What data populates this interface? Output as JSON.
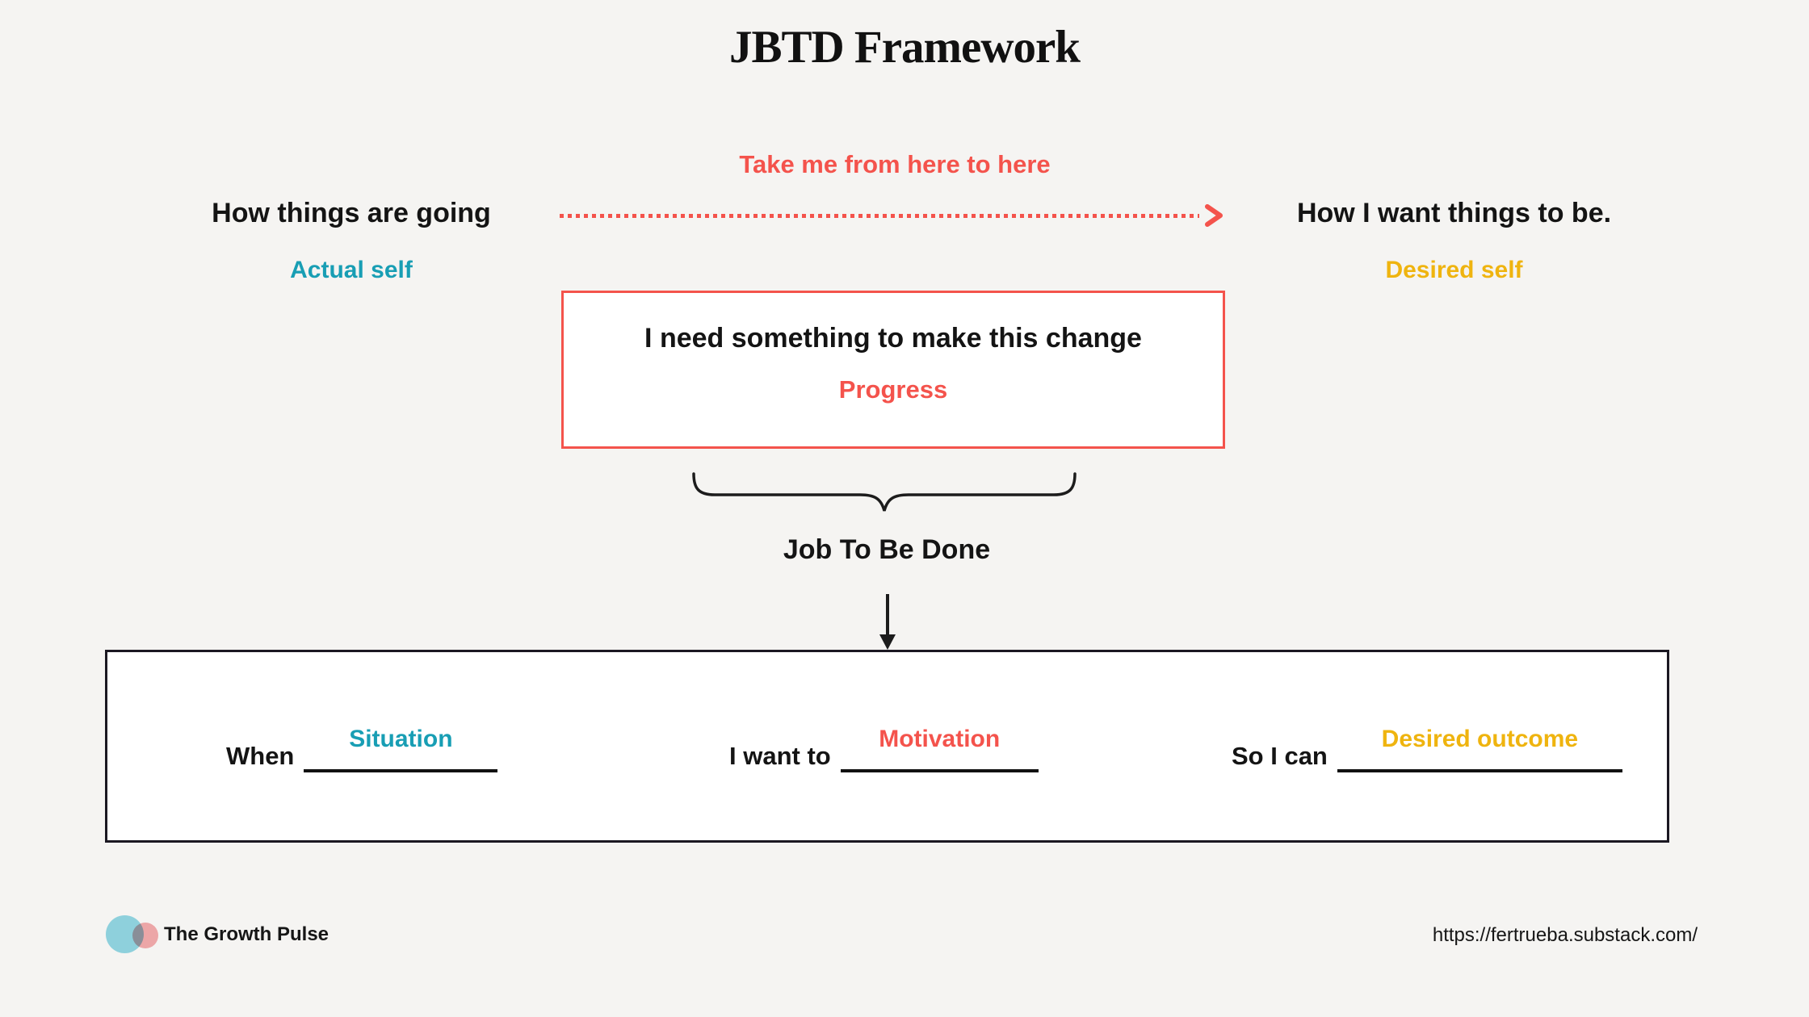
{
  "title": "JBTD Framework",
  "colors": {
    "background": "#F5F4F2",
    "accent_red": "#F4534C",
    "accent_teal": "#189EB4",
    "accent_yellow": "#EFB40F",
    "ink": "#141414"
  },
  "transition": {
    "caption": "Take me from here to here",
    "from_label": "How things are going",
    "from_sublabel": "Actual self",
    "to_label": "How I want things to be.",
    "to_sublabel": "Desired self"
  },
  "need_box": {
    "statement": "I need something to make this change",
    "keyword": "Progress"
  },
  "job_label": "Job To Be Done",
  "statement_box": {
    "parts": [
      {
        "prefix": "When",
        "blank": "Situation"
      },
      {
        "prefix": "I want to",
        "blank": "Motivation"
      },
      {
        "prefix": "So I can",
        "blank": "Desired outcome"
      }
    ]
  },
  "footer": {
    "brand": "The Growth Pulse",
    "url": "https://fertrueba.substack.com/"
  }
}
